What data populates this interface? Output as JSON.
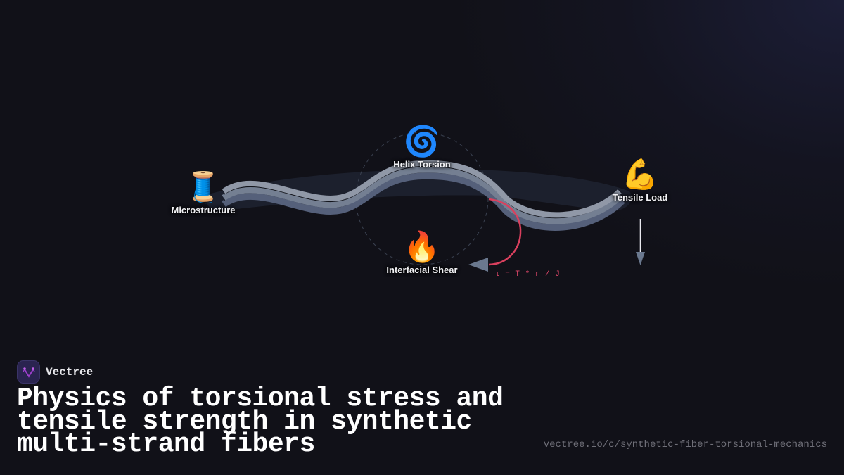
{
  "diagram": {
    "nodes": [
      {
        "id": "microstructure",
        "icon": "spool-of-thread",
        "emoji": "🧵",
        "label": "Microstructure"
      },
      {
        "id": "helix-torsion",
        "icon": "cyclone-spiral",
        "emoji": "🌀",
        "label": "Helix Torsion"
      },
      {
        "id": "interfacial-shear",
        "icon": "fire",
        "emoji": "🔥",
        "label": "Interfacial Shear"
      },
      {
        "id": "tensile-load",
        "icon": "flexed-biceps",
        "emoji": "💪",
        "label": "Tensile Load"
      }
    ],
    "formula": "τ = T * r / J",
    "colors": {
      "background": "#111118",
      "strand_light": "#8f97a6",
      "strand_mid": "#6f7a8c",
      "strand_dark": "#55607a",
      "band": "#1e2230",
      "torque_arrow": "#d9405e",
      "arrowhead": "#6a788e",
      "formula": "#e0476a"
    }
  },
  "brand": {
    "name": "Vectree",
    "logo_icon": "vectree-logo",
    "accent": "#a040d0"
  },
  "title": "Physics of torsional stress and tensile strength in synthetic multi-strand fibers",
  "url": "vectree.io/c/synthetic-fiber-torsional-mechanics"
}
